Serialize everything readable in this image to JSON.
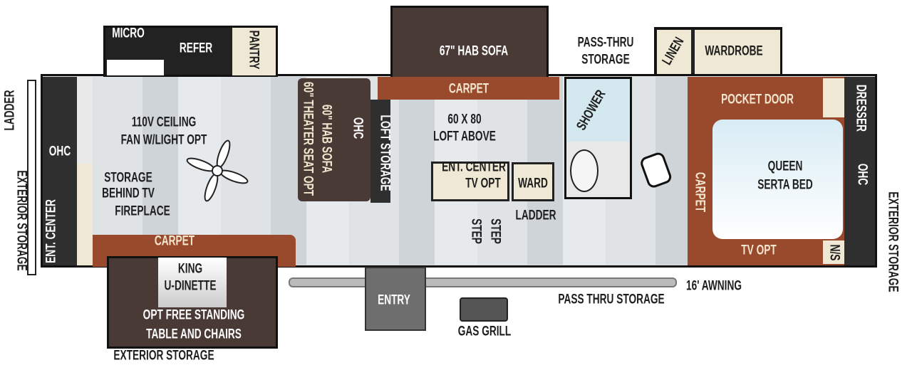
{
  "kitchen": {
    "micro": "MICRO",
    "refer": "REFER",
    "pantry": "PANTRY"
  },
  "living": {
    "sofa_top": "67\" HAB SOFA",
    "carpet_top": "CARPET",
    "fan_line1": "110V CEILING",
    "fan_line2": "FAN W/LIGHT OPT",
    "hab_sofa": "60\" HAB SOFA",
    "theater": "60\" THEATER SEAT OPT",
    "ohc": "OHC",
    "loft_storage": "LOFT STORAGE",
    "storage_line1": "STORAGE",
    "storage_line2": "BEHIND TV",
    "fireplace": "FIREPLACE",
    "carpet_bottom": "CARPET",
    "dinette_line1": "KING",
    "dinette_line2": "U-DINETTE",
    "table_line1": "OPT FREE STANDING",
    "table_line2": "TABLE AND CHAIRS",
    "ext_storage_bottom": "EXTERIOR STORAGE"
  },
  "front": {
    "ladder": "LADDER",
    "ext_storage": "EXTERIOR STORAGE",
    "ohc": "OHC",
    "ent_center": "ENT. CENTER"
  },
  "mid": {
    "loft_line1": "60 X 80",
    "loft_line2": "LOFT ABOVE",
    "ent_center": "ENT. CENTER",
    "tv_opt": "TV OPT",
    "ward": "WARD",
    "ladder": "LADDER",
    "step1": "STEP",
    "step2": "STEP",
    "pass_thru_line1": "PASS-THRU",
    "pass_thru_line2": "STORAGE",
    "entry": "ENTRY",
    "gas_grill": "GAS GRILL",
    "pass_thru_bottom": "PASS THRU STORAGE",
    "awning": "16' AWNING"
  },
  "bath": {
    "shower": "SHOWER",
    "linen": "LINEN",
    "wardrobe": "WARDROBE"
  },
  "bedroom": {
    "pocket_door": "POCKET DOOR",
    "carpet": "CARPET",
    "bed_line1": "QUEEN",
    "bed_line2": "SERTA BED",
    "tv_opt": "TV OPT",
    "dresser": "DRESSER",
    "ohc": "OHC",
    "ns": "N/S",
    "ext_storage": "EXTERIOR STORAGE"
  }
}
